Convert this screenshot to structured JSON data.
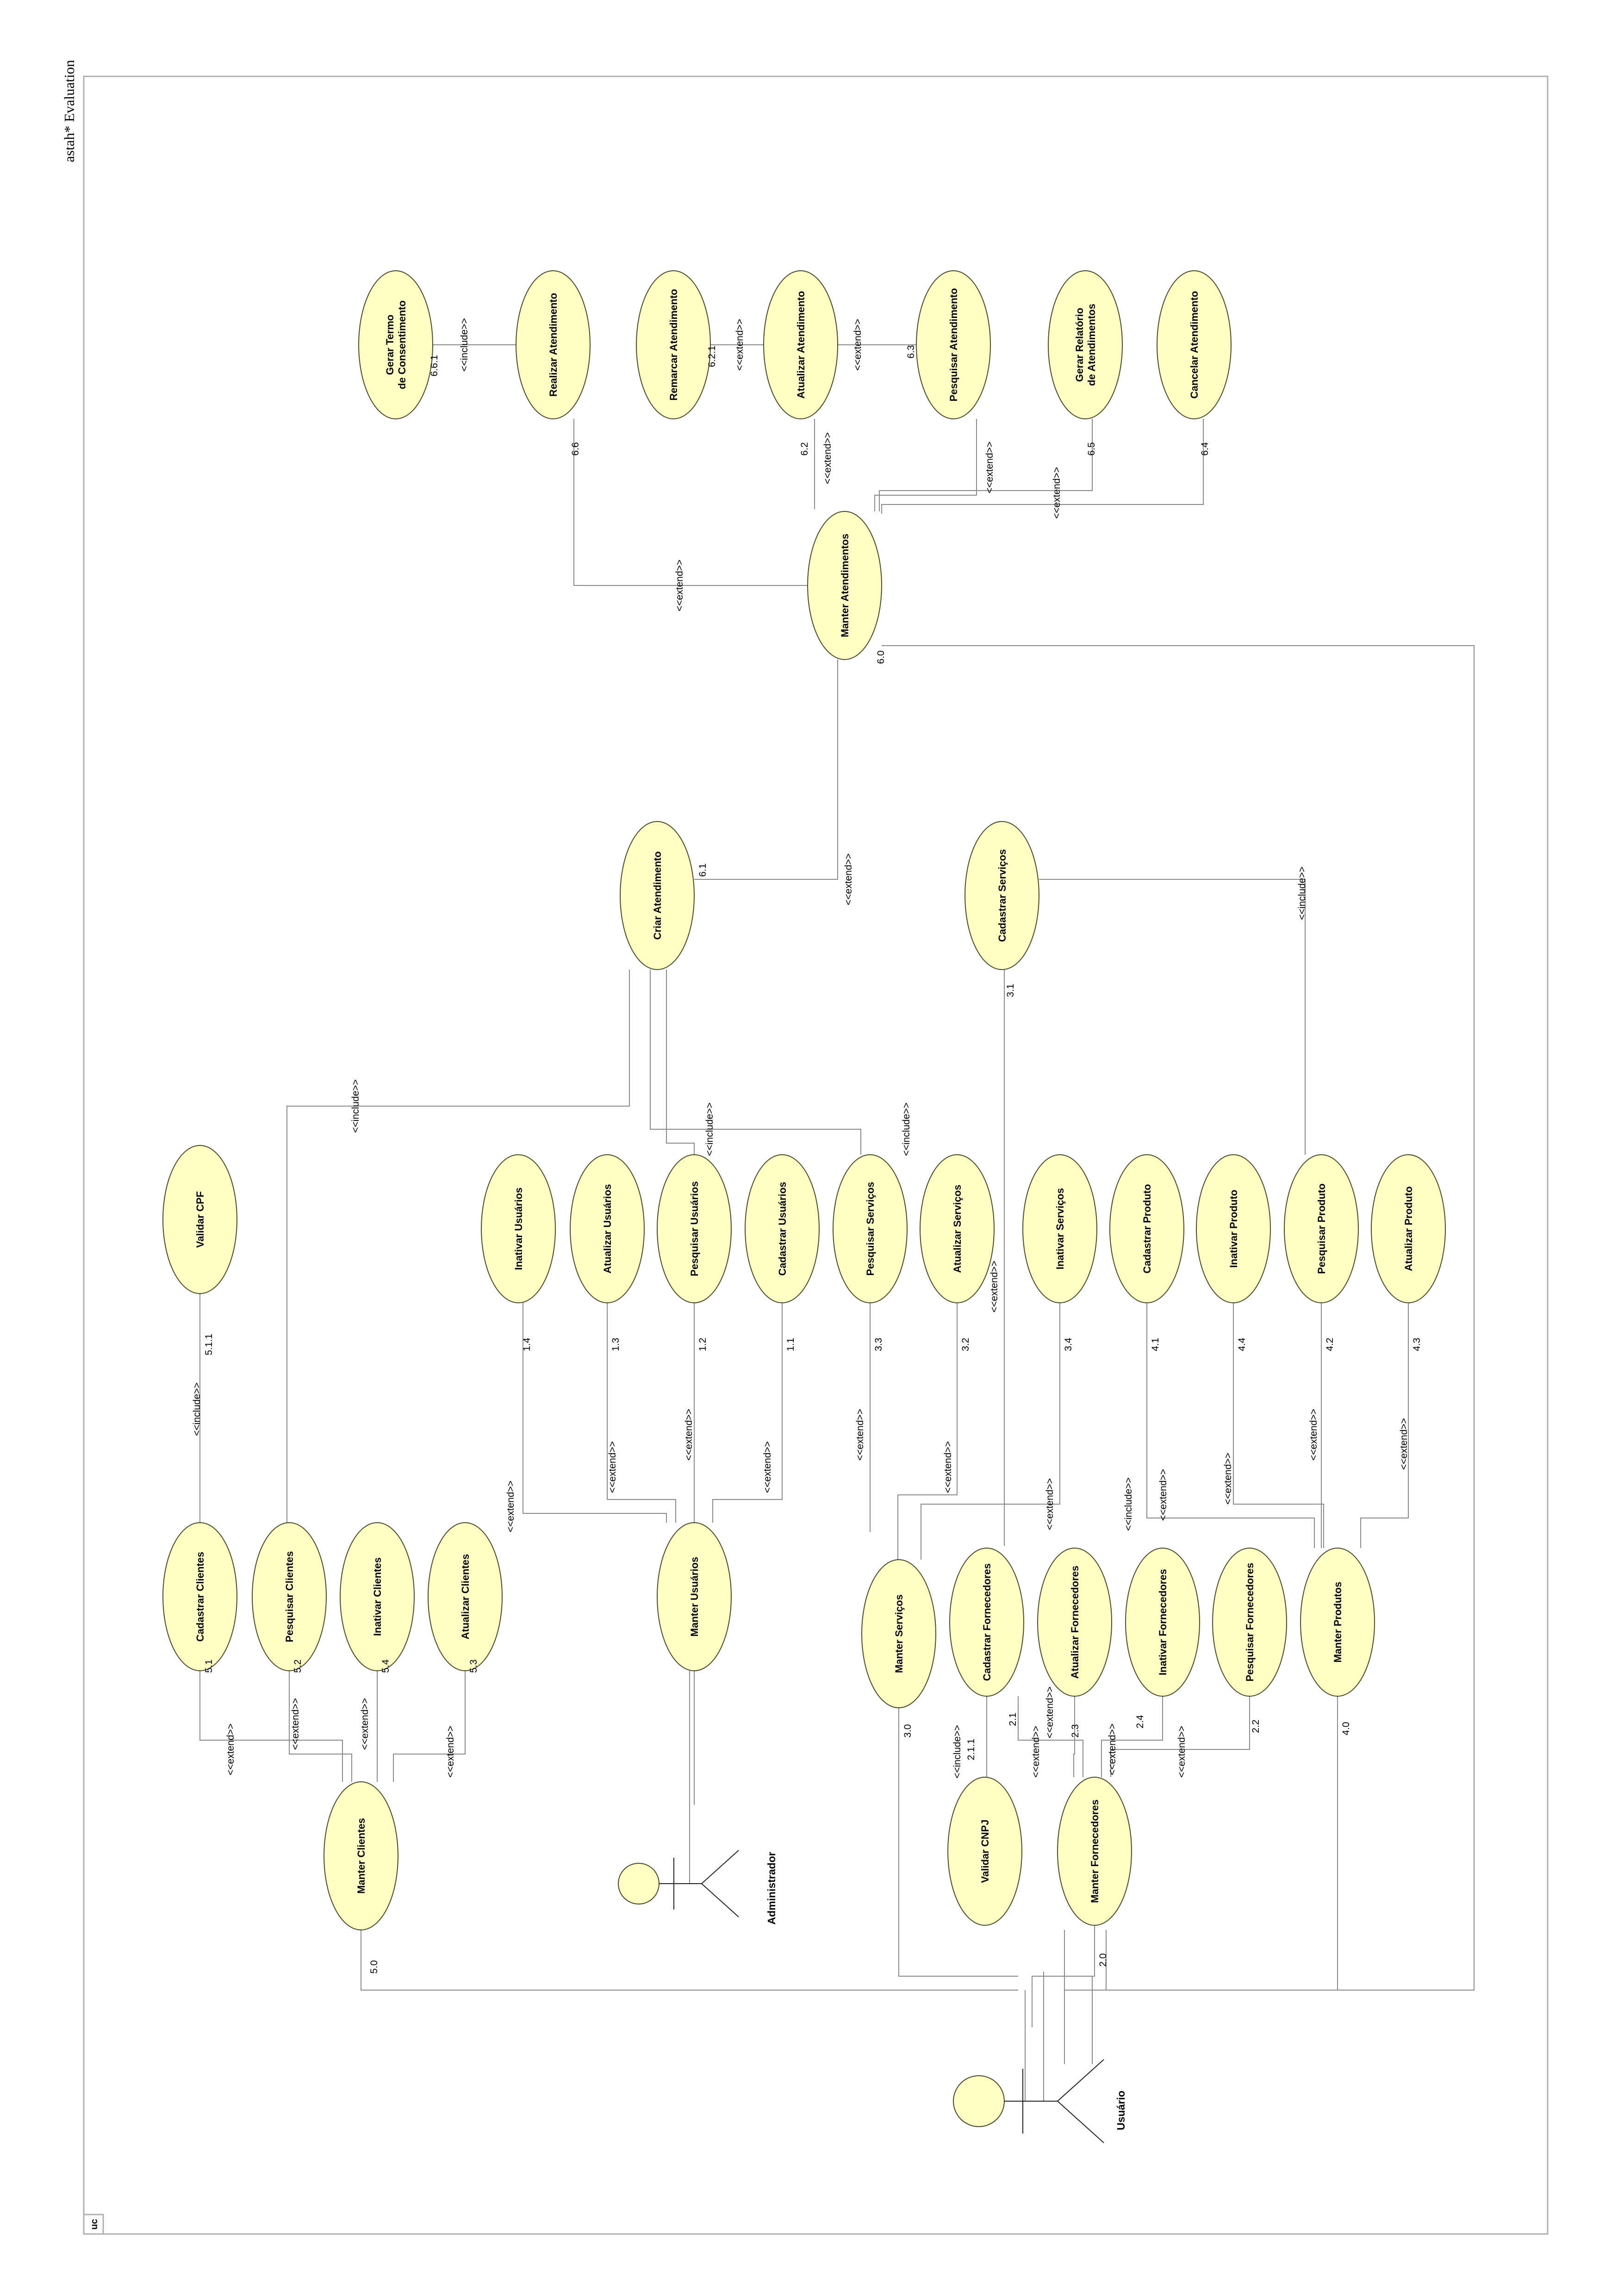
{
  "watermark": "astah* Evaluation",
  "frame_label": "uc",
  "actors": [
    {
      "name": "Usuário"
    },
    {
      "name": "Administrador"
    }
  ],
  "use_cases": {
    "gerar_termo": {
      "name": "Gerar Termo de Consentimento",
      "number": "6.6.1"
    },
    "realizar_atend": {
      "name": "Realizar Atendimento",
      "number": "6.6"
    },
    "remarcar_atend": {
      "name": "Remarcar Atendimento",
      "number": "6.2.1"
    },
    "atualizar_atend": {
      "name": "Atualizar Atendimento",
      "number": "6.2"
    },
    "pesquisar_atend": {
      "name": "Pesquisar Atendimento",
      "number": "6.3"
    },
    "gerar_relatorio": {
      "name": "Gerar Relatório de Atendimentos",
      "number": "6.5"
    },
    "cancelar_atend": {
      "name": "Cancelar Atendimento",
      "number": "6.4"
    },
    "manter_atend": {
      "name": "Manter Atendimentos",
      "number": "6.0"
    },
    "criar_atend": {
      "name": "Criar Atendimento",
      "number": "6.1"
    },
    "cadastrar_serv": {
      "name": "Cadastrar Serviços",
      "number": "3.1"
    },
    "validar_cpf": {
      "name": "Validar CPF",
      "number": "5.1.1"
    },
    "inativar_usu": {
      "name": "Inativar Usuários",
      "number": "1.4"
    },
    "atualizar_usu": {
      "name": "Atualizar Usuários",
      "number": "1.3"
    },
    "pesquisar_usu": {
      "name": "Pesquisar Usuários",
      "number": "1.2"
    },
    "cadastrar_usu": {
      "name": "Cadastrar Usuários",
      "number": "1.1"
    },
    "pesquisar_serv": {
      "name": "Pesquisar Serviços",
      "number": "3.3"
    },
    "atualizar_serv": {
      "name": "Atualizar Serviços",
      "number": "3.2"
    },
    "inativar_serv": {
      "name": "Inativar Serviços",
      "number": "3.4"
    },
    "cadastrar_prod": {
      "name": "Cadastrar Produto",
      "number": "4.1"
    },
    "inativar_prod": {
      "name": "Inativar Produto",
      "number": "4.4"
    },
    "pesquisar_prod": {
      "name": "Pesquisar Produto",
      "number": "4.2"
    },
    "atualizar_prod": {
      "name": "Atualizar Produto",
      "number": "4.3"
    },
    "cadastrar_cli": {
      "name": "Cadastrar Clientes",
      "number": "5.1"
    },
    "pesquisar_cli": {
      "name": "Pesquisar Clientes",
      "number": "5.2"
    },
    "inativar_cli": {
      "name": "Inativar Clientes",
      "number": "5.4"
    },
    "atualizar_cli": {
      "name": "Atualizar Clientes",
      "number": "5.3"
    },
    "manter_usu": {
      "name": "Manter Usuários",
      "number": ""
    },
    "manter_serv": {
      "name": "Manter Serviços",
      "number": "3.0"
    },
    "cadastrar_forn": {
      "name": "Cadastrar Fornecedores",
      "number": "2.1"
    },
    "atualizar_forn": {
      "name": "Atualizar Fornecedores",
      "number": "2.3"
    },
    "inativar_forn": {
      "name": "Inativar Fornecedores",
      "number": "2.4"
    },
    "pesquisar_forn": {
      "name": "Pesquisar Fornecedores",
      "number": "2.2"
    },
    "manter_prod": {
      "name": "Manter Produtos",
      "number": "4.0"
    },
    "manter_cli": {
      "name": "Manter Clientes",
      "number": "5.0"
    },
    "validar_cnpj": {
      "name": "Validar CNPJ",
      "number": "2.1.1"
    },
    "manter_forn": {
      "name": "Manter Fornecedores",
      "number": "2.0"
    }
  },
  "stereotypes": {
    "include": "<<include>>",
    "extend": "<<extend>>"
  },
  "colors": {
    "ellipse_fill": "#ffffc4",
    "ellipse_stroke": "#4a4a2a",
    "line": "#8a8a8a",
    "frame": "#b0b0b0"
  }
}
